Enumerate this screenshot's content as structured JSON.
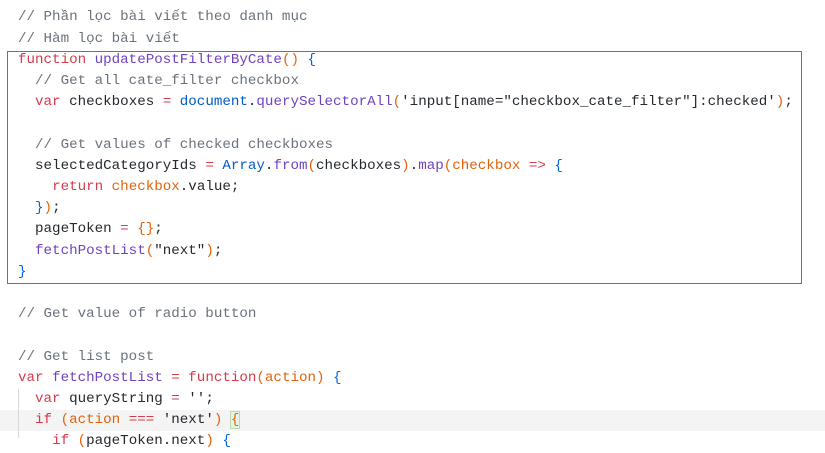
{
  "editor": {
    "highlight_color": "#d9444e",
    "current_line": 19,
    "lines": [
      [
        [
          "comment",
          "// Phần lọc bài viết theo danh mục"
        ]
      ],
      [
        [
          "comment",
          "// Hàm lọc bài viết"
        ]
      ],
      [
        [
          "kw",
          "function "
        ],
        [
          "fn",
          "updatePostFilterByCate"
        ],
        [
          "paren",
          "()"
        ],
        [
          "plain",
          " "
        ],
        [
          "brace",
          "{"
        ]
      ],
      [
        [
          "plain",
          "  "
        ],
        [
          "comment",
          "// Get all cate_filter checkbox"
        ]
      ],
      [
        [
          "plain",
          "  "
        ],
        [
          "kw",
          "var "
        ],
        [
          "plain",
          "checkboxes "
        ],
        [
          "kw",
          "= "
        ],
        [
          "blue",
          "document"
        ],
        [
          "plain",
          "."
        ],
        [
          "fn",
          "querySelectorAll"
        ],
        [
          "paren",
          "("
        ],
        [
          "str",
          "'input[name=\"checkbox_cate_filter\"]:checked'"
        ],
        [
          "paren",
          ")"
        ],
        [
          "plain",
          ";"
        ]
      ],
      [],
      [
        [
          "plain",
          "  "
        ],
        [
          "comment",
          "// Get values of checked checkboxes"
        ]
      ],
      [
        [
          "plain",
          "  selectedCategoryIds "
        ],
        [
          "kw",
          "= "
        ],
        [
          "blue",
          "Array"
        ],
        [
          "plain",
          "."
        ],
        [
          "fn",
          "from"
        ],
        [
          "paren",
          "("
        ],
        [
          "plain",
          "checkboxes"
        ],
        [
          "paren",
          ")"
        ],
        [
          "plain",
          "."
        ],
        [
          "fn",
          "map"
        ],
        [
          "paren",
          "("
        ],
        [
          "var",
          "checkbox "
        ],
        [
          "kw",
          "=> "
        ],
        [
          "brace",
          "{"
        ]
      ],
      [
        [
          "plain",
          "    "
        ],
        [
          "kw",
          "return "
        ],
        [
          "var",
          "checkbox"
        ],
        [
          "plain",
          ".value;"
        ]
      ],
      [
        [
          "plain",
          "  "
        ],
        [
          "brace",
          "}"
        ],
        [
          "paren",
          ")"
        ],
        [
          "plain",
          ";"
        ]
      ],
      [
        [
          "plain",
          "  pageToken "
        ],
        [
          "kw",
          "= "
        ],
        [
          "paren",
          "{}"
        ],
        [
          "plain",
          ";"
        ]
      ],
      [
        [
          "plain",
          "  "
        ],
        [
          "fn",
          "fetchPostList"
        ],
        [
          "paren",
          "("
        ],
        [
          "str",
          "\"next\""
        ],
        [
          "paren",
          ")"
        ],
        [
          "plain",
          ";"
        ]
      ],
      [
        [
          "brace",
          "}"
        ]
      ],
      [],
      [
        [
          "comment",
          "// Get value of radio button"
        ]
      ],
      [],
      [
        [
          "comment",
          "// Get list post"
        ]
      ],
      [
        [
          "kw",
          "var "
        ],
        [
          "fn",
          "fetchPostList "
        ],
        [
          "kw",
          "= function"
        ],
        [
          "paren",
          "("
        ],
        [
          "var",
          "action"
        ],
        [
          "paren",
          ")"
        ],
        [
          "plain",
          " "
        ],
        [
          "brace",
          "{"
        ]
      ],
      [
        [
          "plain",
          "  "
        ],
        [
          "kw",
          "var "
        ],
        [
          "plain",
          "queryString "
        ],
        [
          "kw",
          "= "
        ],
        [
          "str",
          "''"
        ],
        [
          "plain",
          ";"
        ]
      ],
      [
        [
          "plain",
          "  "
        ],
        [
          "kw",
          "if "
        ],
        [
          "paren",
          "("
        ],
        [
          "var",
          "action "
        ],
        [
          "kw",
          "=== "
        ],
        [
          "str",
          "'next'"
        ],
        [
          "paren",
          ")"
        ],
        [
          "plain",
          " "
        ],
        [
          "match",
          "{"
        ]
      ],
      [
        [
          "plain",
          "    "
        ],
        [
          "kw",
          "if "
        ],
        [
          "paren",
          "("
        ],
        [
          "plain",
          "pageToken.next"
        ],
        [
          "paren",
          ")"
        ],
        [
          "plain",
          " "
        ],
        [
          "brace",
          "{"
        ]
      ]
    ]
  }
}
